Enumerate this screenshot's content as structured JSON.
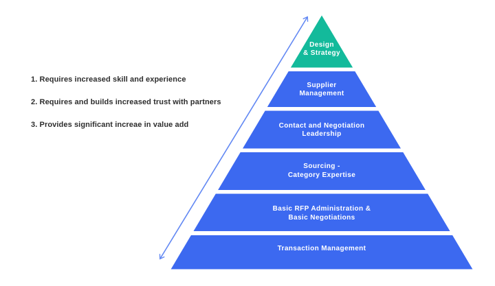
{
  "diagram": {
    "notes": [
      "1. Requires increased skill and experience",
      "2. Requires and builds increased trust with partners",
      "3. Provides significant increae in value add"
    ],
    "pyramid_levels": [
      {
        "label": "Design\n& Strategy",
        "color": "#13BA9B"
      },
      {
        "label": "Supplier\nManagement",
        "color": "#3C69F0"
      },
      {
        "label": "Contact and Negotiation\nLeadership",
        "color": "#3C69F0"
      },
      {
        "label": "Sourcing -\nCategory Expertise",
        "color": "#3C69F0"
      },
      {
        "label": "Basic RFP Administration &\nBasic Negotiations",
        "color": "#3C69F0"
      },
      {
        "label": "Transaction Management",
        "color": "#3C69F0"
      }
    ],
    "arrow": {
      "color": "#6288F3",
      "direction": "bidirectional"
    },
    "colors": {
      "background": "#FFFFFF",
      "note_text": "#2D2D2D",
      "level_text": "#FFFFFF"
    }
  }
}
